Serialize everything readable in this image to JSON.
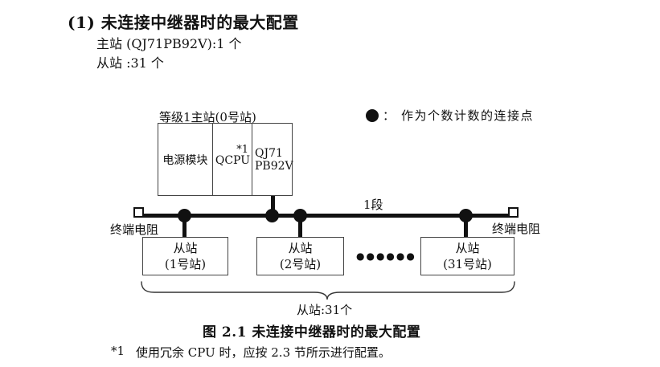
{
  "colors": {
    "background": "#ffffff",
    "text": "#111111",
    "line": "#111111",
    "box_border": "#444444"
  },
  "heading": {
    "title": "(1) 未连接中继器时的最大配置",
    "master_count": "主站 (QJ71PB92V):1 个",
    "slave_count": "从站 :31 个"
  },
  "diagram": {
    "master_station_label": "等级1主站(0号站)",
    "master_modules": {
      "power": "电源模块",
      "cpu": "QCPU",
      "cpu_footnote_ref": "*1",
      "network_line1": "QJ71",
      "network_line2": "PB92V"
    },
    "legend": {
      "colon": "：",
      "text": "作为个数计数的连接点"
    },
    "segment_label": "1段",
    "left_terminator_label": "终端电阻",
    "right_terminator_label": "终端电阻",
    "slaves": [
      {
        "line1": "从站",
        "line2": "(1号站)"
      },
      {
        "line1": "从站",
        "line2": "(2号站)"
      },
      {
        "line1": "从站",
        "line2": "(31号站)"
      }
    ],
    "ellipsis": "●●●●●●",
    "brace_label": "从站:31个"
  },
  "caption": "图 2.1 未连接中继器时的最大配置",
  "footnote": {
    "marker": "*1",
    "text": "使用冗余 CPU 时，应按 2.3 节所示进行配置。"
  }
}
